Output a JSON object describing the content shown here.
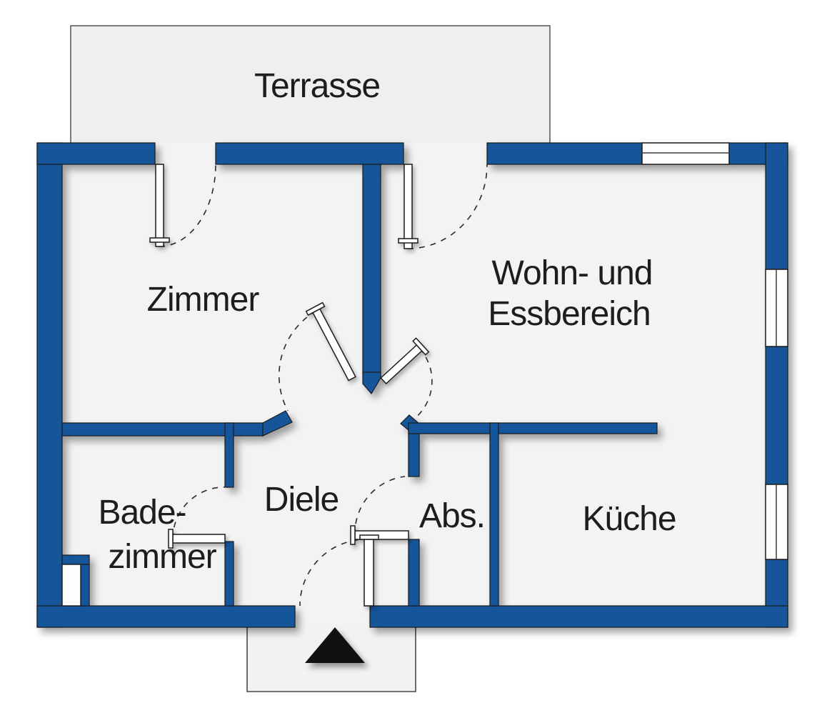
{
  "plan": {
    "labels": {
      "terrasse": "Terrasse",
      "zimmer": "Zimmer",
      "wohnbereich_line1": "Wohn- und",
      "wohnbereich_line2": "Essbereich",
      "badezimmer_line1": "Bade-",
      "badezimmer_line2": "zimmer",
      "diele": "Diele",
      "abstellraum": "Abs.",
      "kueche": "Küche"
    },
    "rooms": [
      {
        "id": "terrasse",
        "label": "Terrasse"
      },
      {
        "id": "zimmer",
        "label": "Zimmer"
      },
      {
        "id": "wohn-essbereich",
        "label": "Wohn- und Essbereich"
      },
      {
        "id": "badezimmer",
        "label": "Badezimmer"
      },
      {
        "id": "diele",
        "label": "Diele"
      },
      {
        "id": "abstellraum",
        "label": "Abs."
      },
      {
        "id": "kueche",
        "label": "Küche"
      }
    ],
    "colors": {
      "wall_fill": "#15569b",
      "wall_outline": "#1b1b1b",
      "floor_fill": "#f3f3f3",
      "terrace_fill": "#efefef",
      "thin_outline": "#4a4a4a",
      "door_leaf": "#ffffff",
      "entrance_arrow": "#111111",
      "label_text": "#1d1d1b",
      "background": "#ffffff"
    },
    "icons": {
      "entrance_arrow": "triangle-up"
    }
  }
}
